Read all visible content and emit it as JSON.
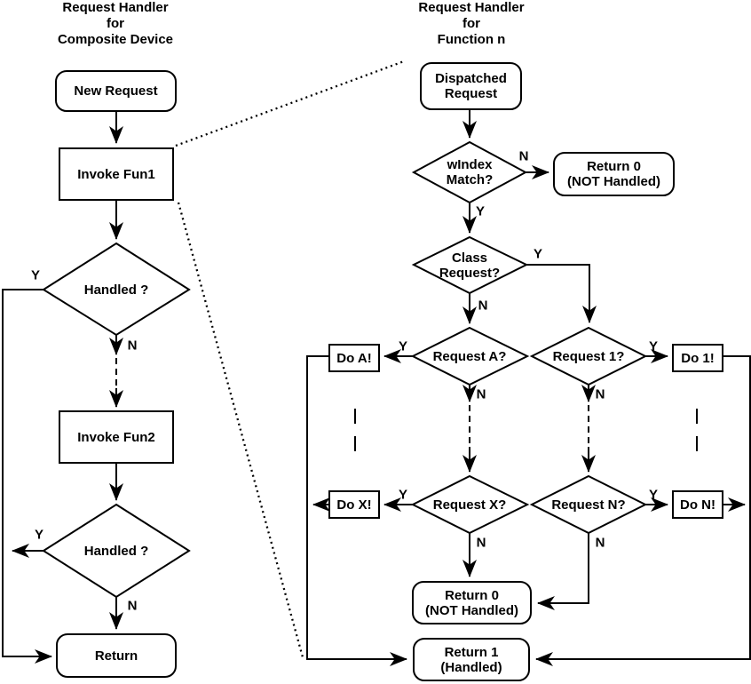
{
  "colors": {
    "line": "#000000",
    "background": "#ffffff"
  },
  "left_chart": {
    "title": "Request Handler\nfor\nComposite Device",
    "new_request": "New Request",
    "invoke_fun1": "Invoke Fun1",
    "handled_1": "Handled ?",
    "invoke_fun2": "Invoke Fun2",
    "handled_2": "Handled ?",
    "return": "Return"
  },
  "right_chart": {
    "title": "Request Handler\nfor\nFunction n",
    "dispatched_request": "Dispatched\nRequest",
    "windex_match": "wIndex\nMatch?",
    "return_0_top": "Return 0\n(NOT Handled)",
    "class_request": "Class\nRequest?",
    "request_a": "Request A?",
    "do_a": "Do A!",
    "request_1": "Request 1?",
    "do_1": "Do 1!",
    "request_x": "Request X?",
    "do_x": "Do X!",
    "request_n": "Request N?",
    "do_n": "Do N!",
    "return_0_bottom": "Return 0\n(NOT Handled)",
    "return_1": "Return 1\n(Handled)"
  },
  "branch_labels": {
    "yes": "Y",
    "no": "N"
  }
}
